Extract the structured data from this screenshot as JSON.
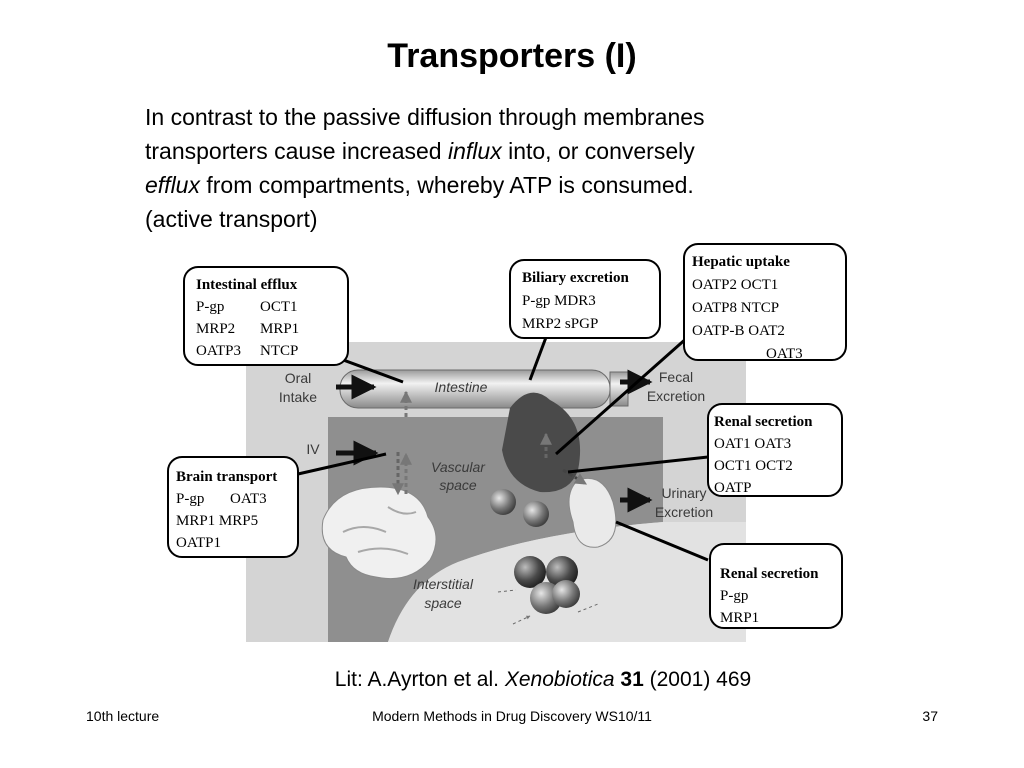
{
  "slide": {
    "title": "Transporters (I)",
    "body": {
      "line1": "In contrast to the passive diffusion through membranes",
      "line2_a": "transporters cause increased ",
      "line2_italic": "influx",
      "line2_b": " into, or conversely",
      "line3_italic": "efflux",
      "line3_b": " from compartments, whereby ATP is consumed.",
      "line4": "(active transport)"
    }
  },
  "diagram": {
    "callouts": {
      "intestinal_efflux": {
        "title": "Intestinal efflux",
        "rows": [
          "P-gp",
          "OCT1",
          "MRP2",
          "MRP1",
          "OATP3",
          "NTCP"
        ]
      },
      "biliary_excretion": {
        "title": "Biliary excretion",
        "rows": [
          "P-gp  MDR3",
          "MRP2  sPGP"
        ]
      },
      "hepatic_uptake": {
        "title": "Hepatic uptake",
        "rows": [
          "OATP2  OCT1",
          "OATP8  NTCP",
          "OATP-B  OAT2",
          "OAT3"
        ]
      },
      "renal_secretion_1": {
        "title": "Renal secretion",
        "rows": [
          "OAT1  OAT3",
          "OCT1  OCT2",
          "OATP"
        ]
      },
      "brain_transport": {
        "title": "Brain transport",
        "rows": [
          "P-gp",
          "OAT3",
          "MRP1 MRP5",
          "OATP1"
        ]
      },
      "renal_secretion_2": {
        "title": "Renal secretion",
        "rows": [
          "P-gp",
          "MRP1"
        ]
      }
    },
    "regions": {
      "oral_intake": [
        "Oral",
        "Intake"
      ],
      "intestine": "Intestine",
      "fecal_excretion": [
        "Fecal",
        "Excretion"
      ],
      "iv": "IV",
      "vascular_space": [
        "Vascular",
        "space"
      ],
      "urinary_excretion": [
        "Urinary",
        "Excretion"
      ],
      "interstitial_space": [
        "Interstitial",
        "space"
      ]
    }
  },
  "citation": {
    "prefix": "Lit: A.Ayrton et al. ",
    "journal": "Xenobiotica",
    "volume": "31",
    "suffix": " (2001) 469"
  },
  "footer": {
    "left": "10th lecture",
    "center": "Modern Methods in Drug Discovery WS10/11",
    "right": "37"
  }
}
